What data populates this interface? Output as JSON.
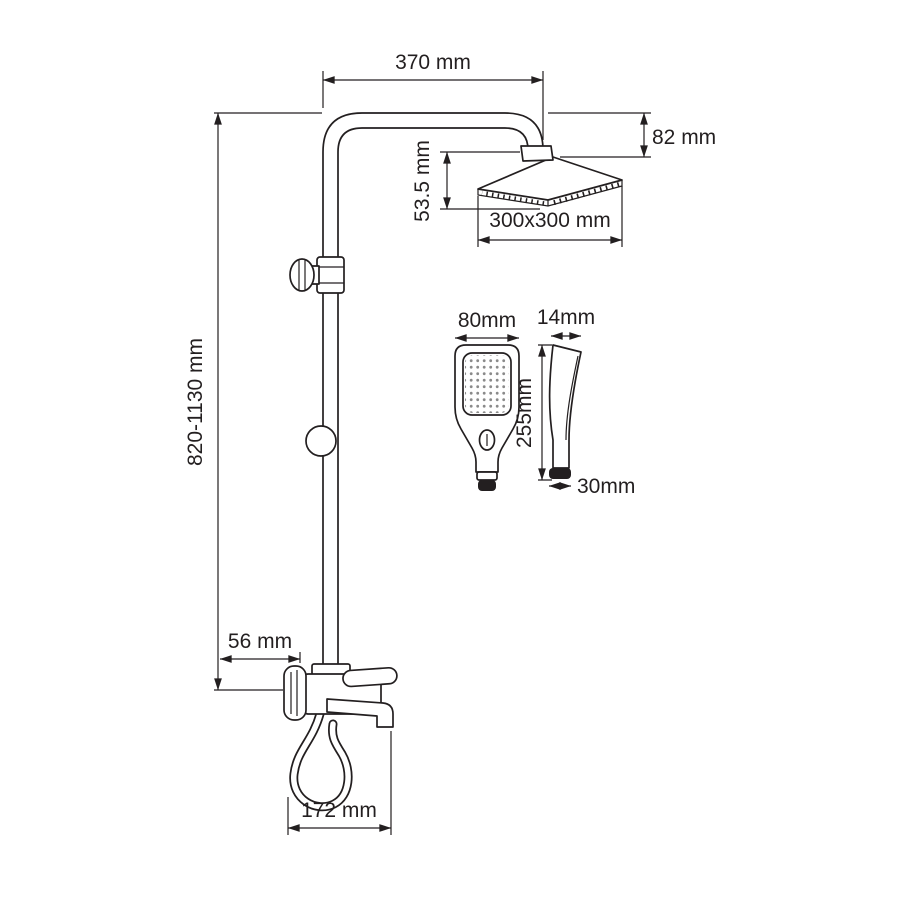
{
  "labels": {
    "arm_width": "370 mm",
    "head_offset": "82 mm",
    "head_drop": "53.5 mm",
    "head_size": "300x300 mm",
    "hand_width": "80mm",
    "hand_depth": "14mm",
    "hand_length": "255mm",
    "hand_tip": "30mm",
    "column_height": "820-1130 mm",
    "mixer_depth": "56 mm",
    "spout_reach": "172 mm"
  },
  "colors": {
    "line": "#231f20",
    "background": "#ffffff",
    "spray_dots": "#8a8a8a"
  }
}
